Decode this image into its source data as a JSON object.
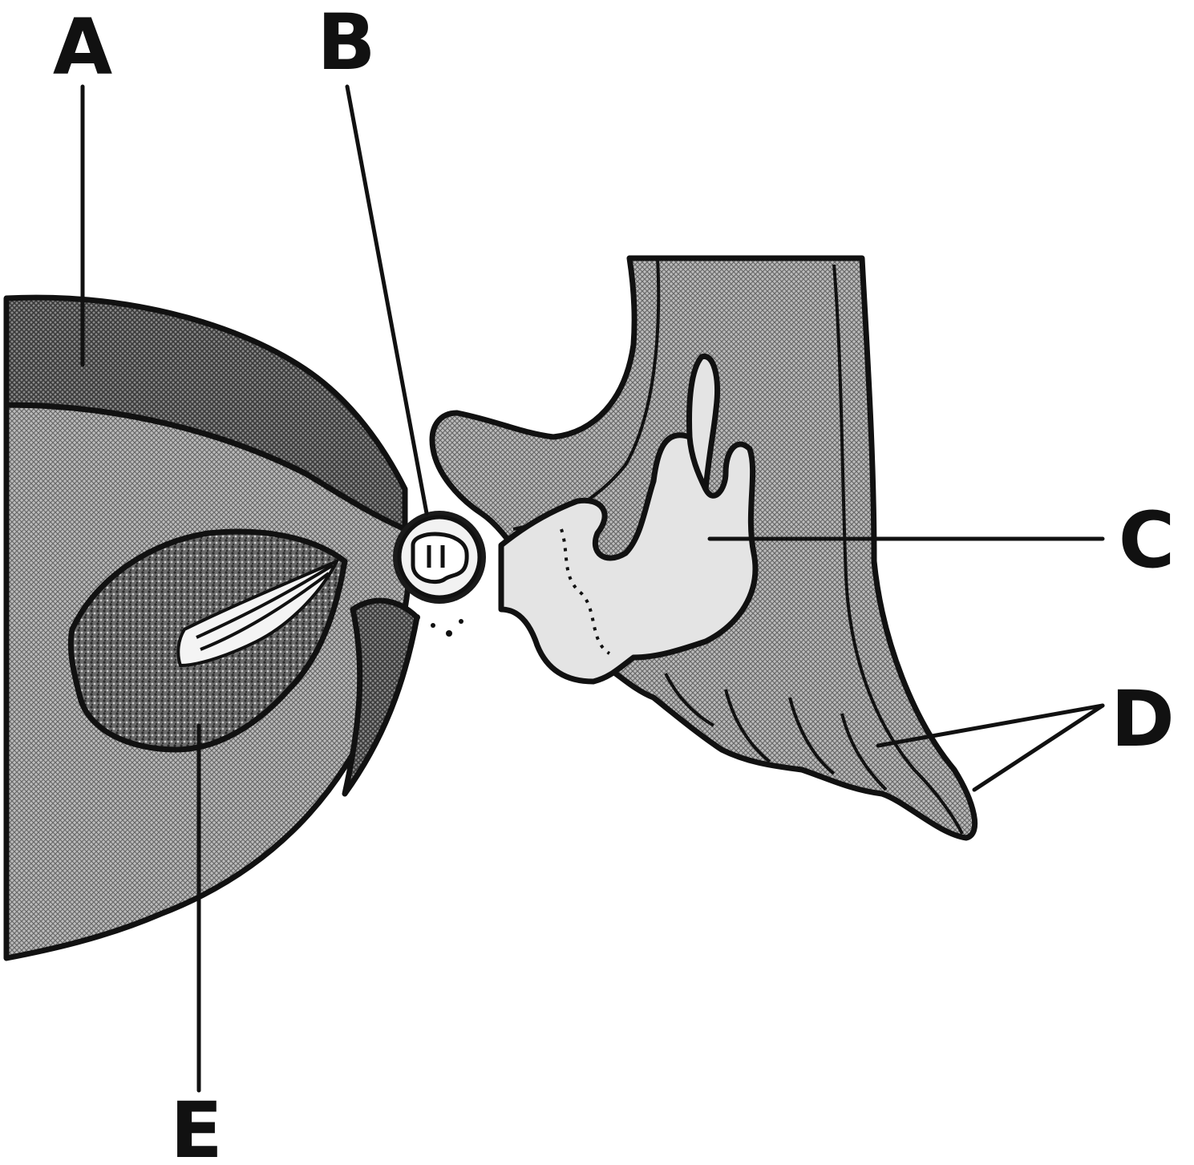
{
  "labels": {
    "a": "A",
    "b": "B",
    "c": "C",
    "d": "D",
    "e": "E"
  },
  "colors": {
    "ink": "#111111",
    "dark_hatch": "#6e6e6e",
    "mid_hatch": "#a4a4a4",
    "light_region": "#e2e2e2",
    "background": "#ffffff"
  }
}
